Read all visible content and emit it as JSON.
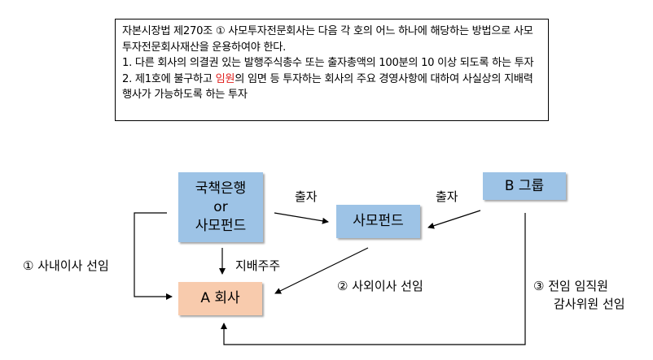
{
  "law_text": {
    "line1": "자본시장법 제270조 ① 사모투자전문회사는 다음 각 호의 어느 하나에 해당하는 방법으로 사모투자전문회사재산을 운용하여야 한다.",
    "item1": " 1. 다른 회사의 의결권 있는 발행주식총수 또는 출자총액의 100분의 10 이상 되도록 하는 투자",
    "item2_pre": " 2. 제1호에 불구하고 ",
    "item2_highlight": "임원",
    "item2_post": "의 임면 등 투자하는 회사의 주요 경영사항에 대하여 사실상의 지배력 행사가 가능하도록 하는 투자"
  },
  "nodes": {
    "policy_bank": {
      "line1": "국책은행",
      "line2": "or",
      "line3": "사모펀드"
    },
    "pe_fund": "사모펀드",
    "b_group": "B 그룹",
    "a_company": "A 회사"
  },
  "edges": {
    "invest_left": "출자",
    "invest_right": "출자",
    "controlling_shareholder": "지배주주",
    "inside_director": "① 사내이사 선임",
    "outside_director": "② 사외이사 선임",
    "auditor_line1": "③ 전임 임직원",
    "auditor_line2": "감사위원 선임"
  },
  "colors": {
    "node_blue": "#9dc3e6",
    "node_orange": "#f8cbad",
    "highlight": "#e0201e"
  }
}
